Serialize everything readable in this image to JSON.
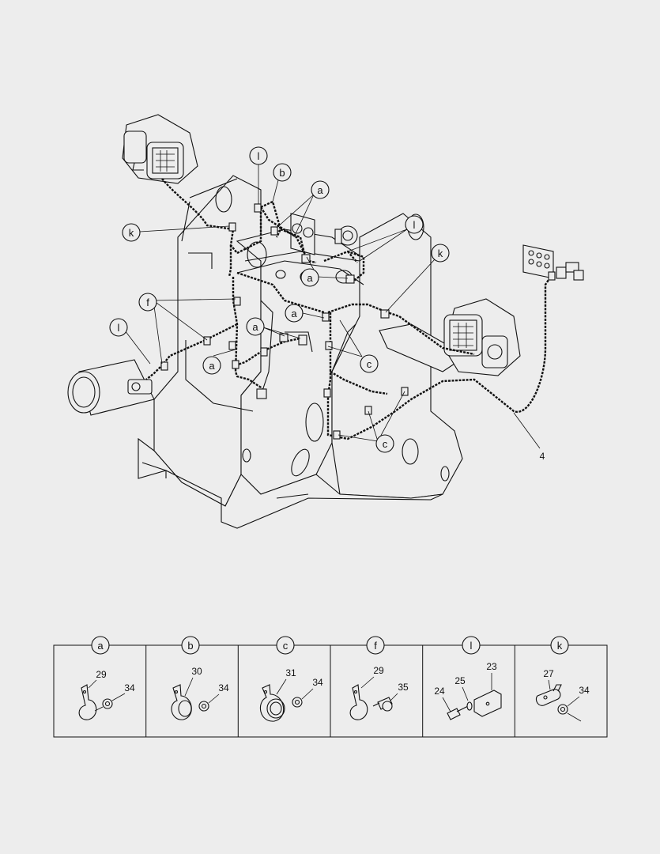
{
  "callouts": {
    "l_top": "l",
    "b_top": "b",
    "a_top": "a",
    "l_right": "l",
    "k_left": "k",
    "k_right": "k",
    "a_mid1": "a",
    "a_mid2": "a",
    "a_left": "a",
    "a_low": "a",
    "f_left": "f",
    "l_left": "l",
    "c_upper": "c",
    "c_lower": "c",
    "harness_4": "4"
  },
  "detail_panels": [
    {
      "letter": "a",
      "parts": [
        "29",
        "34"
      ]
    },
    {
      "letter": "b",
      "parts": [
        "30",
        "34"
      ]
    },
    {
      "letter": "c",
      "parts": [
        "31",
        "34"
      ]
    },
    {
      "letter": "f",
      "parts": [
        "29",
        "35"
      ]
    },
    {
      "letter": "l",
      "parts": [
        "24",
        "25",
        "23"
      ]
    },
    {
      "letter": "k",
      "parts": [
        "27",
        "34"
      ]
    }
  ]
}
